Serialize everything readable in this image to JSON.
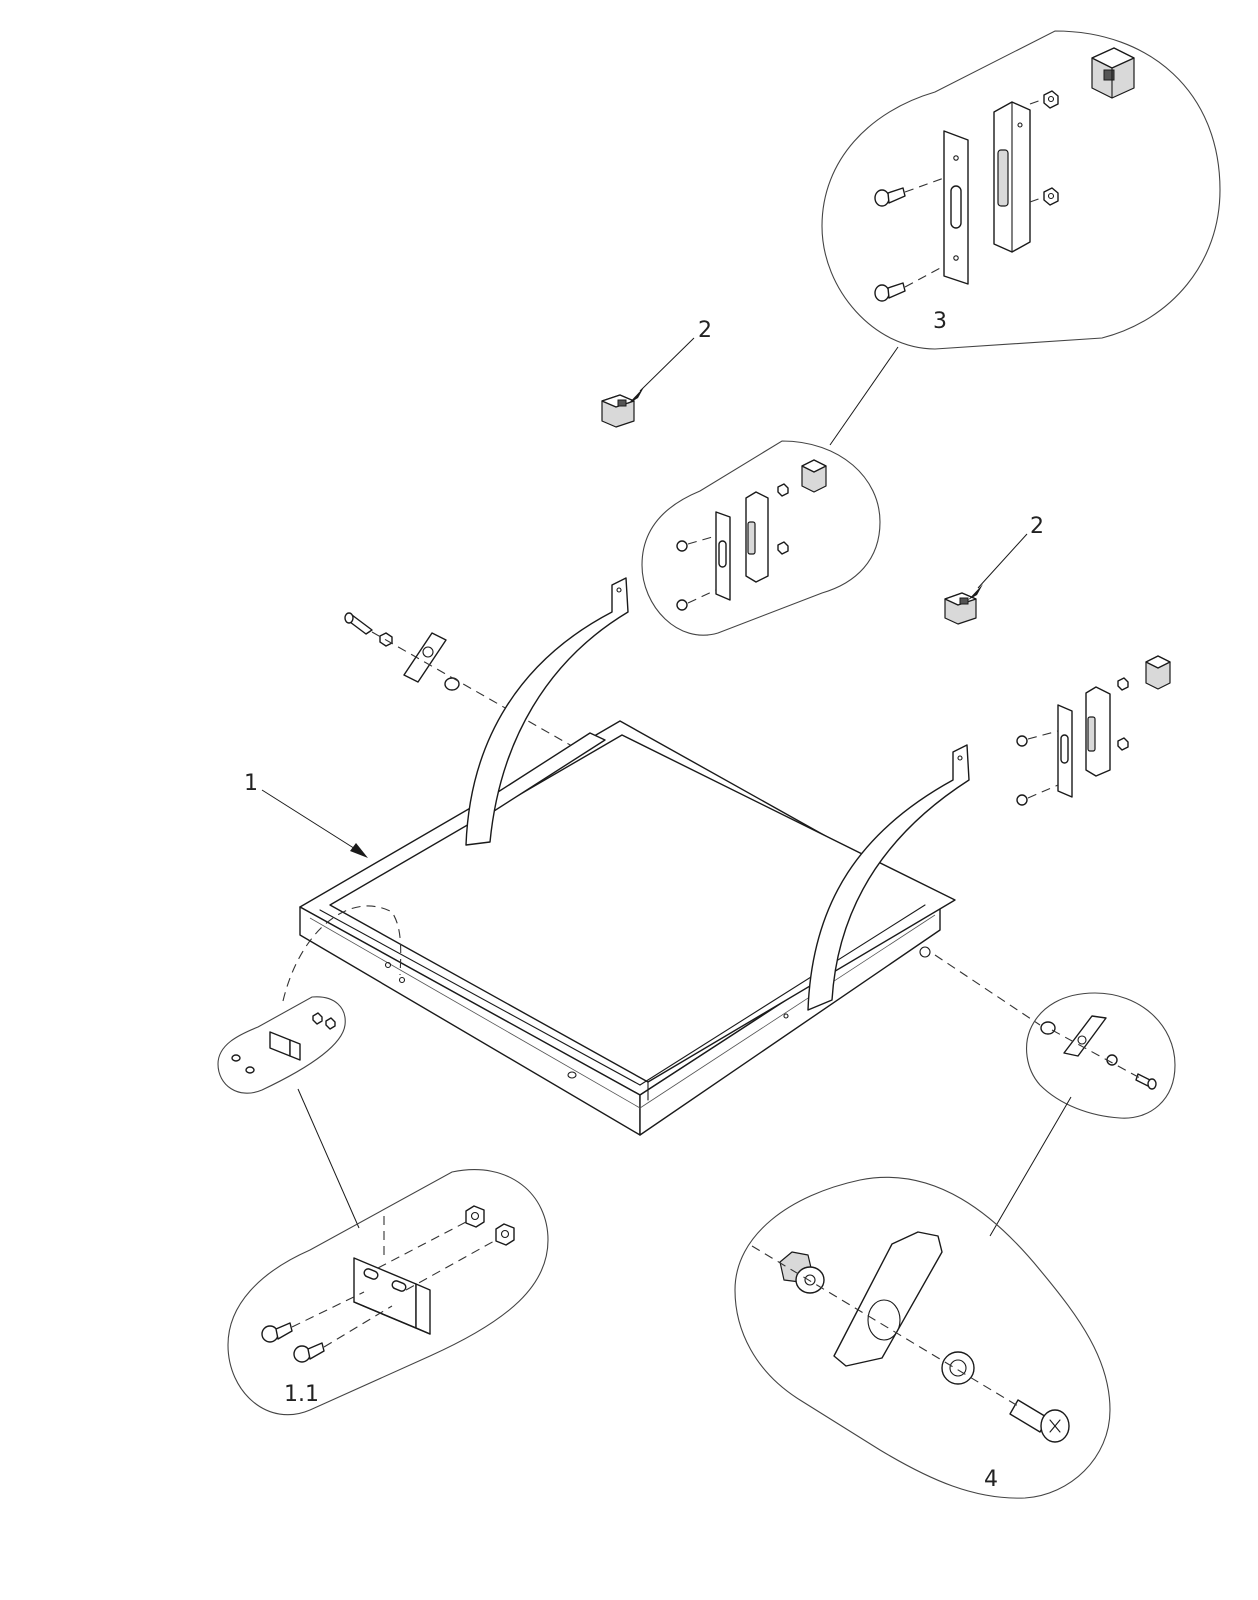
{
  "callouts": {
    "main_frame": "1",
    "bracket_detail": "1.1",
    "end_cap_left": "2",
    "end_cap_right": "2",
    "latch_detail": "3",
    "pivot_detail": "4"
  }
}
